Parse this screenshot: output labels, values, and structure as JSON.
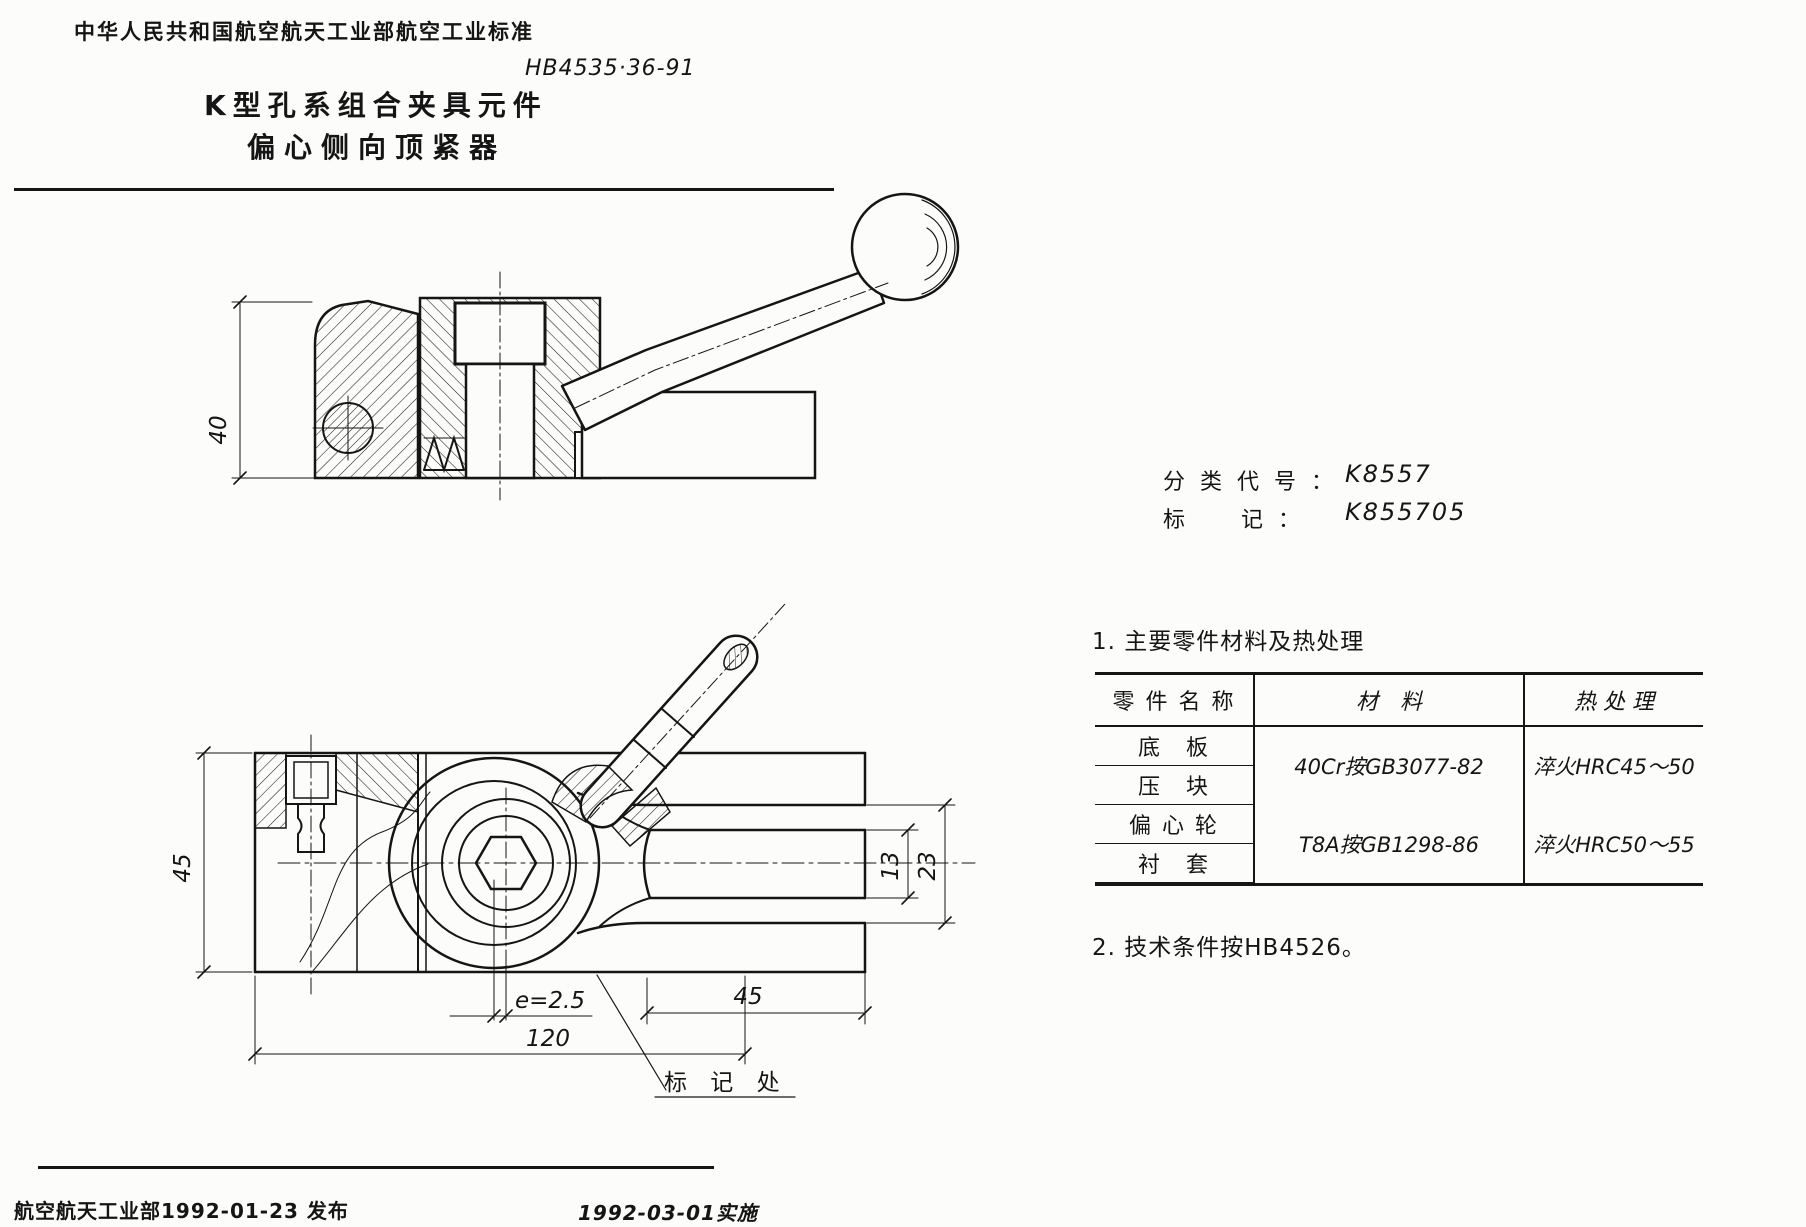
{
  "header": {
    "org": "中华人民共和国航空航天工业部航空工业标准",
    "number": "HB4535·36-91",
    "title1": "K型孔系组合夹具元件",
    "title2": "偏心侧向顶紧器"
  },
  "classification": {
    "code_label": "分 类 代 号 ：",
    "code_value": "K8557",
    "mark_label": "标　　记 ：",
    "mark_value": "K855705"
  },
  "notes": {
    "n1": "1. 主要零件材料及热处理",
    "n2": "2. 技术条件按HB4526。"
  },
  "materials_table": {
    "headers": [
      "零 件 名 称",
      "材　料",
      "热 处 理"
    ],
    "rows": [
      {
        "parts": [
          "底　板",
          "压　块"
        ],
        "material": "40Cr按GB3077-82",
        "heat": "淬火HRC45～50"
      },
      {
        "parts": [
          "偏 心 轮",
          "衬　套"
        ],
        "material": "T8A按GB1298-86",
        "heat": "淬火HRC50～55"
      }
    ]
  },
  "drawing": {
    "dims": {
      "section_height": "40",
      "plan_height": "45",
      "slot_inner": "13",
      "slot_outer": "23",
      "eccentricity": "e=2.5",
      "arm_length": "45",
      "total_length": "120"
    },
    "marking_label": "标 记 处"
  },
  "footer": {
    "issued": "航空航天工业部1992-01-23 发布",
    "effective": "1992-03-01实施"
  }
}
